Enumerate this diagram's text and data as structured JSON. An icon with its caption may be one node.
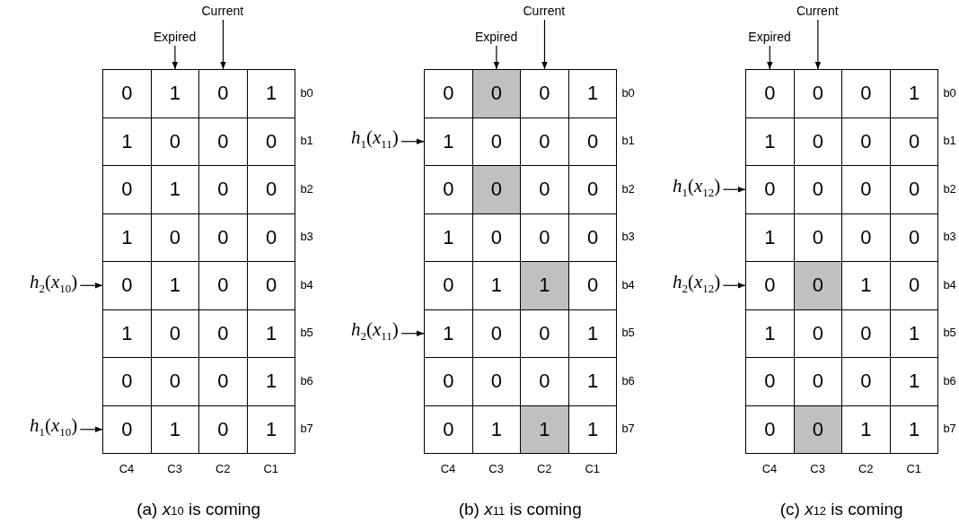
{
  "diagram": {
    "nodes": [
      {
        "text": [
          "Current"
        ]
      },
      {
        "text": [
          "Expired"
        ]
      },
      {
        "text": [
          "0"
        ]
      },
      {
        "text": [
          "1"
        ]
      },
      {
        "text": [
          "0"
        ]
      },
      {
        "text": [
          "1"
        ]
      },
      {
        "text": [
          "1"
        ]
      },
      {
        "text": [
          "0"
        ]
      },
      {
        "text": [
          "0"
        ]
      },
      {
        "text": [
          "0"
        ]
      },
      {
        "text": [
          "0"
        ]
      },
      {
        "text": [
          "1"
        ]
      },
      {
        "text": [
          "0"
        ]
      },
      {
        "text": [
          "0"
        ]
      },
      {
        "text": [
          "1"
        ]
      },
      {
        "text": [
          "0"
        ]
      },
      {
        "text": [
          "0"
        ]
      },
      {
        "text": [
          "0"
        ]
      },
      {
        "text": [
          "*h*$_{2}$(*x*$_{10}$)"
        ]
      },
      {
        "text": [
          "0"
        ]
      },
      {
        "text": [
          "1"
        ]
      },
      {
        "text": [
          "0"
        ]
      },
      {
        "text": [
          "0"
        ]
      },
      {
        "text": [
          "1"
        ]
      },
      {
        "text": [
          "0"
        ]
      },
      {
        "text": [
          "0"
        ]
      },
      {
        "text": [
          "1"
        ]
      },
      {
        "text": [
          "0"
        ]
      },
      {
        "text": [
          "0"
        ]
      },
      {
        "text": [
          "0"
        ]
      },
      {
        "text": [
          "1"
        ]
      },
      {
        "text": [
          "*h*$_{1}$(*x*$_{10}$)"
        ]
      },
      {
        "text": [
          "0"
        ]
      },
      {
        "text": [
          "1"
        ]
      },
      {
        "text": [
          "0"
        ]
      },
      {
        "text": [
          "1"
        ]
      },
      {
        "text": [
          "Current"
        ]
      },
      {
        "text": [
          "Expired"
        ]
      },
      {
        "text": [
          "0"
        ]
      },
      {
        "text": [
          "0"
        ]
      },
      {
        "text": [
          "0"
        ]
      },
      {
        "text": [
          "1"
        ]
      },
      {
        "text": [
          "*h*$_{1}$(*x*$_{11}$)"
        ]
      },
      {
        "text": [
          "1"
        ]
      },
      {
        "text": [
          "0"
        ]
      },
      {
        "text": [
          "0"
        ]
      },
      {
        "text": [
          "0"
        ]
      },
      {
        "text": [
          "0"
        ]
      },
      {
        "text": [
          "0"
        ]
      },
      {
        "text": [
          "0"
        ]
      },
      {
        "text": [
          "0"
        ]
      },
      {
        "text": [
          "1"
        ]
      },
      {
        "text": [
          "0"
        ]
      },
      {
        "text": [
          "0"
        ]
      },
      {
        "text": [
          "0"
        ]
      },
      {
        "text": [
          "0"
        ]
      },
      {
        "text": [
          "1"
        ]
      },
      {
        "text": [
          "1"
        ]
      },
      {
        "text": [
          "0"
        ]
      },
      {
        "text": [
          "*h*$_{2}$(*x*$_{11}$)"
        ]
      },
      {
        "text": [
          "1"
        ]
      },
      {
        "text": [
          "0"
        ]
      },
      {
        "text": [
          "0"
        ]
      },
      {
        "text": [
          "1"
        ]
      },
      {
        "text": [
          "0"
        ]
      },
      {
        "text": [
          "0"
        ]
      },
      {
        "text": [
          "0"
        ]
      },
      {
        "text": [
          "1"
        ]
      },
      {
        "text": [
          "0"
        ]
      },
      {
        "text": [
          "1"
        ]
      },
      {
        "text": [
          "1"
        ]
      },
      {
        "text": [
          "1"
        ]
      },
      {
        "text": [
          "Current"
        ]
      },
      {
        "text": [
          "Expired"
        ]
      },
      {
        "text": [
          "0"
        ]
      },
      {
        "text": [
          "0"
        ]
      },
      {
        "text": [
          "0"
        ]
      },
      {
        "text": [
          "1"
        ]
      },
      {
        "text": [
          "1"
        ]
      },
      {
        "text": [
          "0"
        ]
      },
      {
        "text": [
          "0"
        ]
      },
      {
        "text": [
          "0"
        ]
      },
      {
        "text": [
          "*h*$_{1}$(*x*$_{12}$)"
        ]
      },
      {
        "text": [
          "0"
        ]
      },
      {
        "text": [
          "0"
        ]
      },
      {
        "text": [
          "0"
        ]
      },
      {
        "text": [
          "0"
        ]
      },
      {
        "text": [
          "1"
        ]
      },
      {
        "text": [
          "0"
        ]
      },
      {
        "text": [
          "0"
        ]
      },
      {
        "text": [
          "0"
        ]
      },
      {
        "text": [
          "*h*$_{2}$(*x*$_{12}$)"
        ]
      },
      {
        "text": [
          "0"
        ]
      },
      {
        "text": [
          "0"
        ]
      },
      {
        "text": [
          "1"
        ]
      },
      {
        "text": [
          "0"
        ]
      },
      {
        "text": [
          "1"
        ]
      },
      {
        "text": [
          "0"
        ]
      },
      {
        "text": [
          "0"
        ]
      },
      {
        "text": [
          "1"
        ]
      },
      {
        "text": [
          "0"
        ]
      },
      {
        "text": [
          "0"
        ]
      },
      {
        "text": [
          "0"
        ]
      },
      {
        "text": [
          "1"
        ]
      },
      {
        "text": [
          "0"
        ]
      },
      {
        "text": [
          "0"
        ]
      },
      {
        "text": [
          "1"
        ]
      },
      {
        "text": [
          "1"
        ]
      }
    ],
    "edges": [
      {
        "from": 0,
        "to": 4,
        "arrow": "to"
      },
      {
        "from": 1,
        "to": 3,
        "arrow": "to"
      },
      {
        "from": 18,
        "to": 19,
        "arrow": "to"
      },
      {
        "from": 31,
        "to": 32,
        "arrow": "to"
      },
      {
        "from": 36,
        "to": 40,
        "arrow": "to"
      },
      {
        "from": 37,
        "to": 39,
        "arrow": "to"
      },
      {
        "from": 42,
        "to": 43,
        "arrow": "to"
      },
      {
        "from": 59,
        "to": 60,
        "arrow": "to"
      },
      {
        "from": 72,
        "to": 75,
        "arrow": "to"
      },
      {
        "from": 73,
        "to": 74,
        "arrow": "to"
      },
      {
        "from": 82,
        "to": 83,
        "arrow": "to"
      },
      {
        "from": 91,
        "to": 92,
        "arrow": "to"
      }
    ],
    "labels": [
      "b0",
      "b1",
      "b2",
      "b3",
      "b4",
      "b5",
      "b6",
      "b7",
      "C4",
      "C3",
      "C2",
      "C1",
      "(a) *x*$_{10}$ is coming",
      "b0",
      "b1",
      "b2",
      "b3",
      "b4",
      "b5",
      "b6",
      "b7",
      "C4",
      "C3",
      "C2",
      "C1",
      "(b) *x*$_{11}$ is coming",
      "b0",
      "b1",
      "b2",
      "b3",
      "b4",
      "b5",
      "b6",
      "b7",
      "C4",
      "C3",
      "C2",
      "C1",
      "(c) *x*$_{12}$ is coming"
    ]
  }
}
